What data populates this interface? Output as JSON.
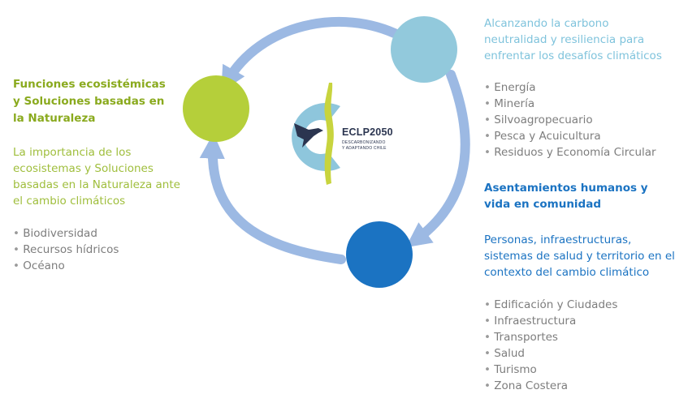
{
  "colors": {
    "green": "#b5cf3a",
    "light_blue": "#92c9dc",
    "dark_blue": "#1b73c2",
    "arrow_blue": "#9cb9e3"
  },
  "logo": {
    "name": "ECLP2050",
    "subtitle_line1": "DESCARBONIZANDO",
    "subtitle_line2": "Y ADAPTANDO CHILE"
  },
  "left": {
    "title": "Funciones ecosistémicas y Soluciones basadas en la Naturaleza",
    "description": "La importancia de los ecosistemas y Soluciones basadas en la Naturaleza ante el cambio climáticos",
    "items": [
      "Biodiversidad",
      "Recursos hídricos",
      "Océano"
    ]
  },
  "right_top": {
    "description": "Alcanzando la carbono neutralidad y resiliencia para enfrentar los desafíos climáticos",
    "items": [
      "Energía",
      "Minería",
      "Silvoagropecuario",
      "Pesca y Acuicultura",
      "Residuos y Economía Circular"
    ]
  },
  "right_bottom": {
    "title": "Asentamientos humanos y vida en comunidad",
    "description": "Personas, infraestructuras, sistemas de salud y territorio en el contexto del cambio climático",
    "items": [
      "Edificación y Ciudades",
      "Infraestructura",
      "Transportes",
      "Salud",
      "Turismo",
      "Zona Costera"
    ]
  }
}
